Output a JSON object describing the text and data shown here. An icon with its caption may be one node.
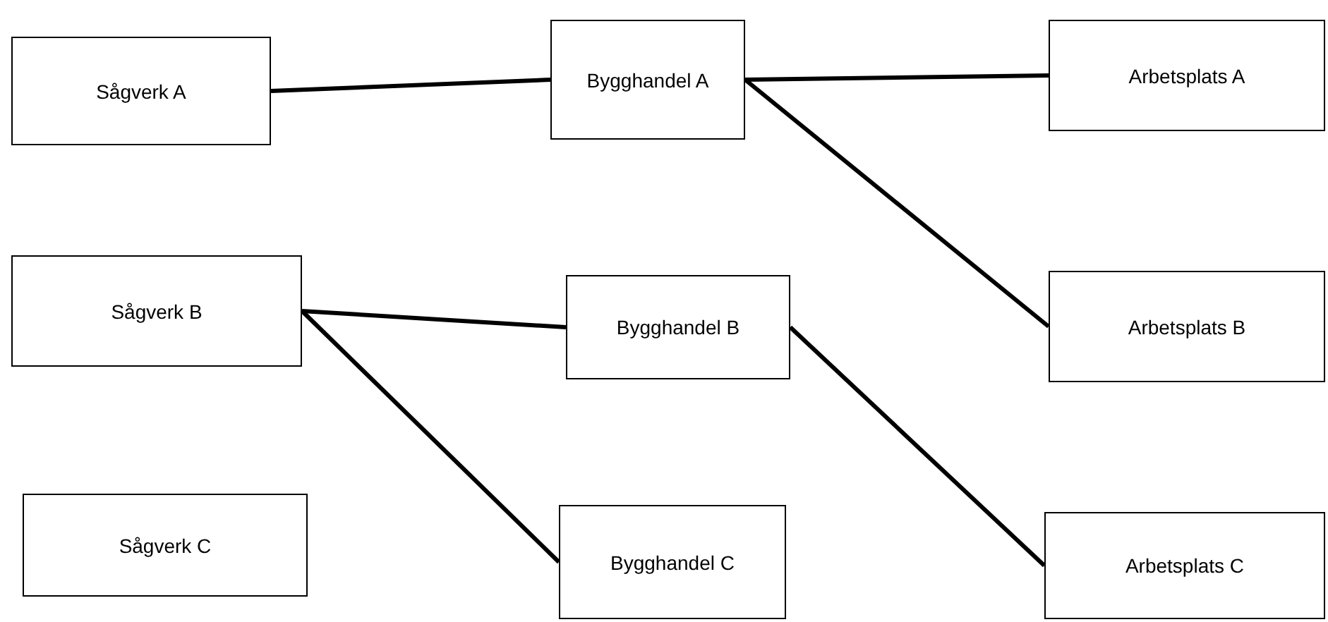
{
  "diagram": {
    "nodes": [
      {
        "text": [
          "Sågverk A"
        ]
      },
      {
        "text": [
          "Bygghandel A"
        ]
      },
      {
        "text": [
          "Arbetsplats A"
        ]
      },
      {
        "text": [
          "Sågverk B"
        ]
      },
      {
        "text": [
          "Bygghandel B"
        ]
      },
      {
        "text": [
          "Arbetsplats B"
        ]
      },
      {
        "text": [
          "Sågverk C"
        ]
      },
      {
        "text": [
          "Bygghandel C"
        ]
      },
      {
        "text": [
          "Arbetsplats C"
        ]
      }
    ],
    "edges": [
      {
        "from": 0,
        "to": 1,
        "arrow": "none"
      },
      {
        "from": 1,
        "to": 2,
        "arrow": "none"
      },
      {
        "from": 1,
        "to": 5,
        "arrow": "none"
      },
      {
        "from": 3,
        "to": 4,
        "arrow": "none"
      },
      {
        "from": 3,
        "to": 7,
        "arrow": "none"
      },
      {
        "from": 4,
        "to": 8,
        "arrow": "none"
      }
    ]
  }
}
